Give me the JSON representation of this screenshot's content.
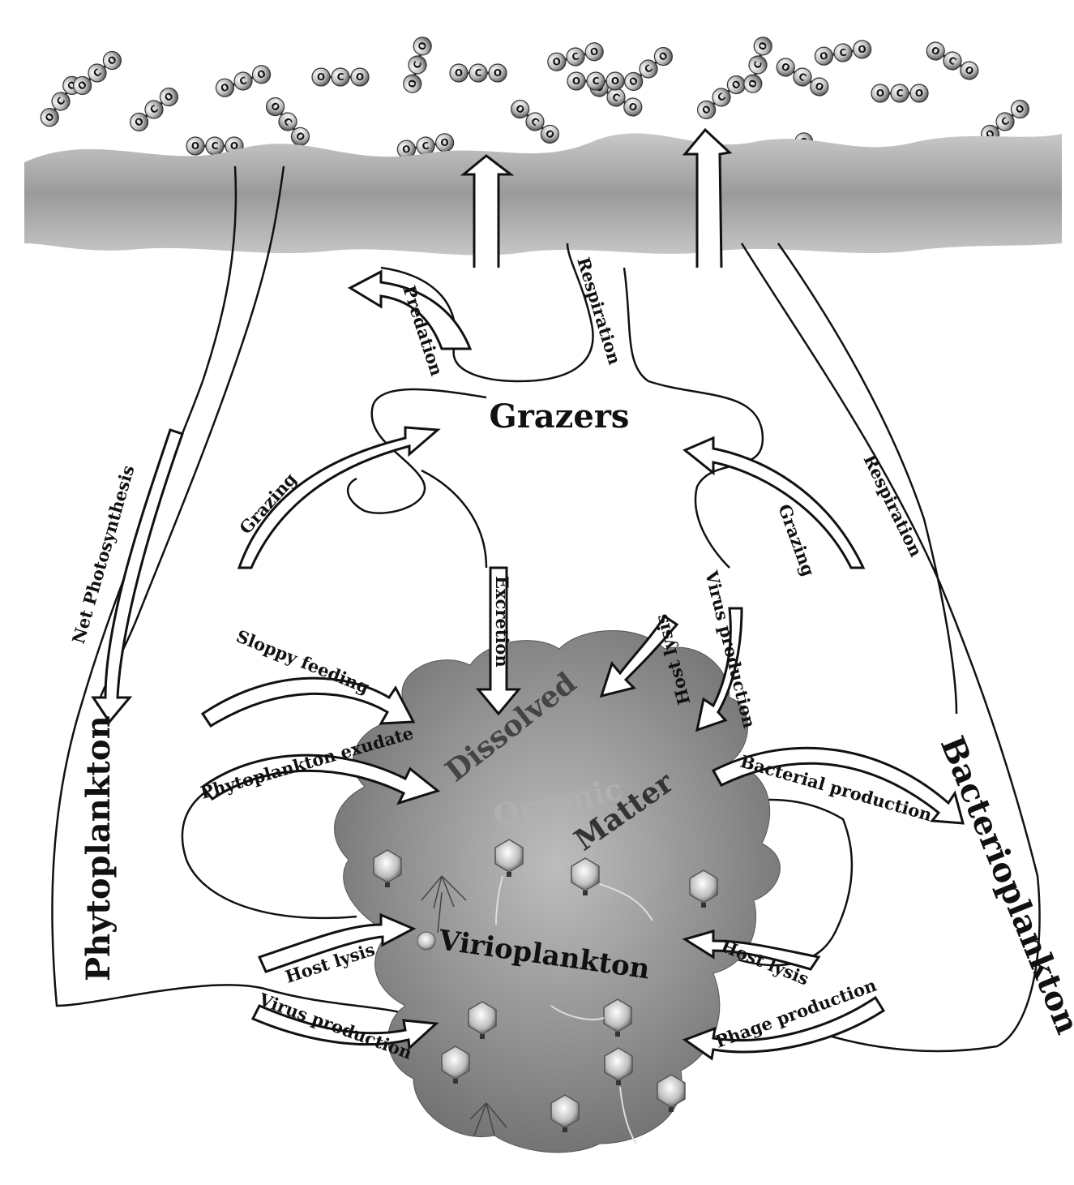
{
  "nodes": {
    "grazers": "Grazers",
    "phytoplankton": "Phytoplankton",
    "bacterioplankton": "Bacterioplankton",
    "virioplankton": "Virioplankton",
    "dom_dissolved": "Dissolved",
    "dom_organic": "Organic",
    "dom_matter": "Matter"
  },
  "flows": {
    "predation": "Predation",
    "respiration_grazers": "Respiration",
    "respiration_bacteria": "Respiration",
    "net_photosynthesis": "Net Photosynthesis",
    "grazing_phyto": "Grazing",
    "grazing_bacteria": "Grazing",
    "excretion": "Excretion",
    "host_lysis_top": "Host lysis",
    "virus_production_top": "Virus production",
    "sloppy_feeding": "Sloppy feeding",
    "phytoplankton_exudate": "Phytoplankton exudate",
    "bacterial_production": "Bacterial production",
    "host_lysis_phyto": "Host lysis",
    "virus_production_phyto": "Virus production",
    "host_lysis_bacteria": "Host lysis",
    "phage_production": "Phage production"
  },
  "co2_molecule": {
    "left": "O",
    "center": "C",
    "right": "O"
  },
  "colors": {
    "ocean_surface": "#a9a9a9",
    "dom_blob": "#8c8c8c",
    "outline": "#111111",
    "background": "#ffffff"
  }
}
